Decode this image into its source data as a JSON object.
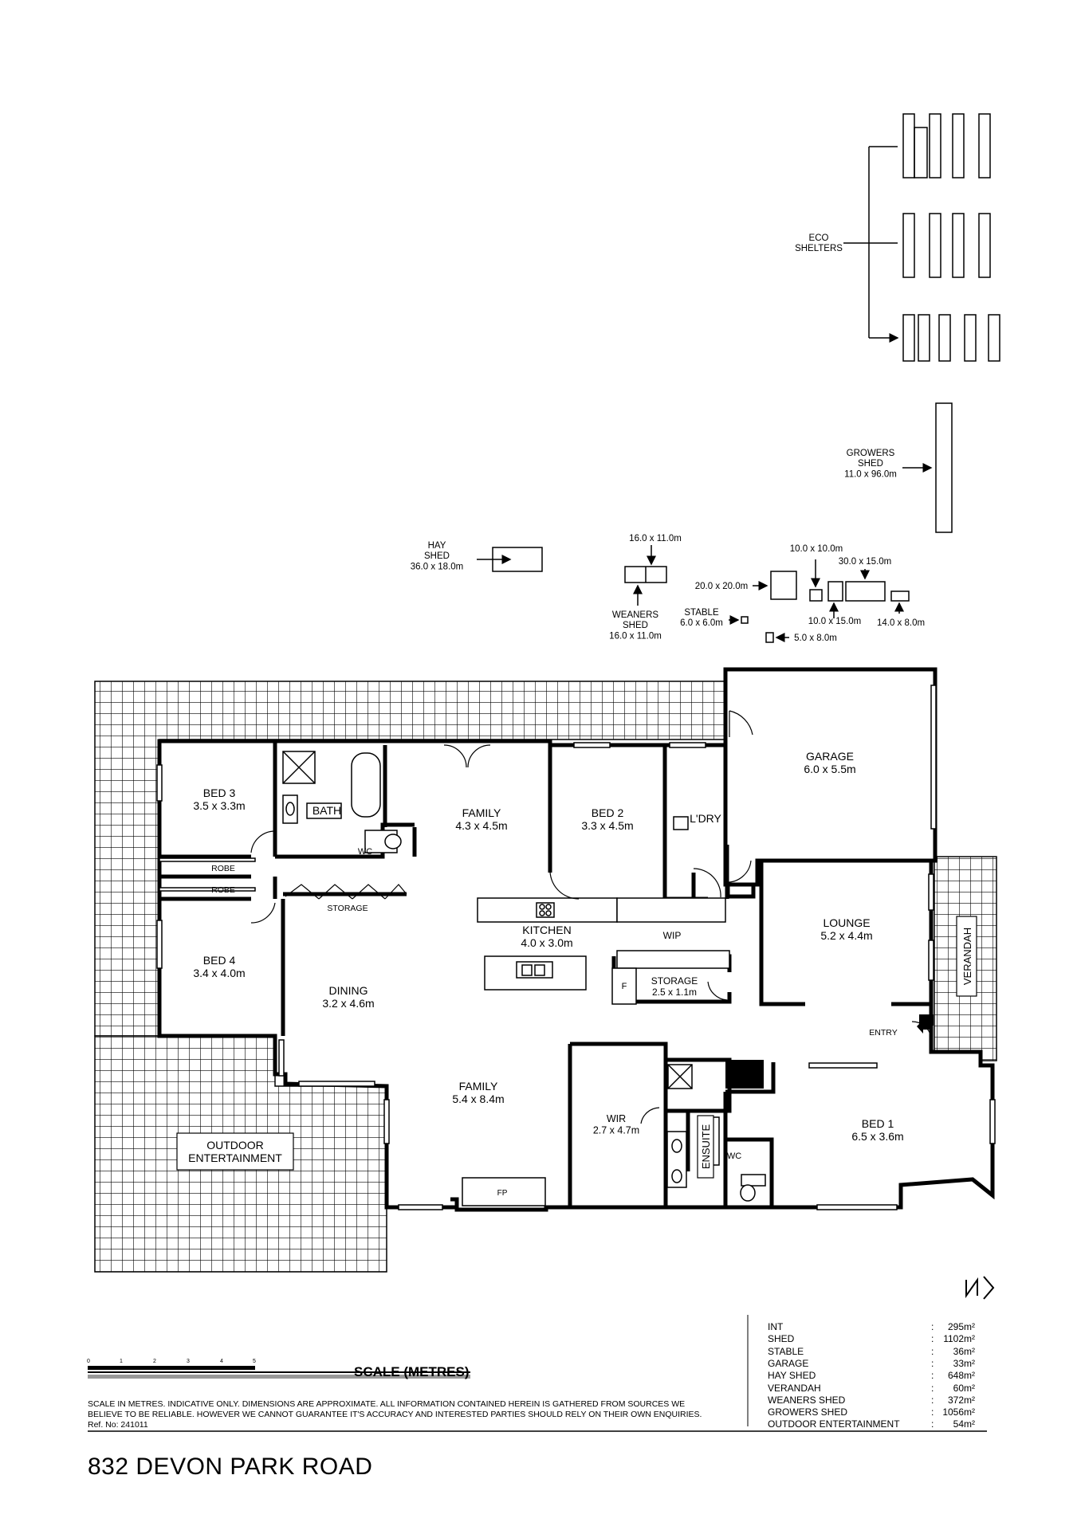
{
  "outbuildings": {
    "eco_shelters": "ECO\nSHELTERS",
    "growers_shed": "GROWERS\nSHED\n11.0 x 96.0m",
    "hay_shed": "HAY\nSHED\n36.0 x 18.0m",
    "weaners_top": "16.0 x 11.0m",
    "weaners_shed": "WEANERS\nSHED\n16.0 x 11.0m",
    "stable": "STABLE\n6.0 x 6.0m",
    "shed_20": "20.0 x 20.0m",
    "shed_10x10": "10.0 x 10.0m",
    "shed_30x15": "30.0 x 15.0m",
    "shed_10x15": "10.0 x 15.0m",
    "shed_14x8": "14.0 x 8.0m",
    "shed_5x8": "5.0 x 8.0m"
  },
  "rooms": {
    "bed3": "BED 3\n3.5 x 3.3m",
    "bath": "BATH",
    "wc1": "WC",
    "family_top": "FAMILY\n4.3 x 4.5m",
    "bed2": "BED 2\n3.3 x 4.5m",
    "laundry": "L'DRY",
    "garage": "GARAGE\n6.0 x 5.5m",
    "robe1": "ROBE",
    "robe2": "ROBE",
    "storage_top": "STORAGE",
    "kitchen": "KITCHEN\n4.0 x 3.0m",
    "wip": "WIP",
    "lounge": "LOUNGE\n5.2 x 4.4m",
    "verandah": "VERANDAH",
    "bed4": "BED 4\n3.4 x 4.0m",
    "dining": "DINING\n3.2 x 4.6m",
    "f": "F",
    "storage2": "STORAGE\n2.5 x 1.1m",
    "entry": "ENTRY",
    "family_main": "FAMILY\n5.4 x 8.4m",
    "wir": "WIR\n2.7 x 4.7m",
    "ensuite": "ENSUITE",
    "wc2": "WC",
    "bed1": "BED 1\n6.5 x 3.6m",
    "outdoor": "OUTDOOR\nENTERTAINMENT",
    "fp": "FP"
  },
  "scale": {
    "ticks": [
      "0",
      "1",
      "2",
      "3",
      "4",
      "5"
    ],
    "title": "SCALE (METRES)"
  },
  "areas": [
    {
      "name": "INT",
      "value": "295m²"
    },
    {
      "name": "SHED",
      "value": "1102m²"
    },
    {
      "name": "STABLE",
      "value": "36m²"
    },
    {
      "name": "GARAGE",
      "value": "33m²"
    },
    {
      "name": "HAY SHED",
      "value": "648m²"
    },
    {
      "name": "VERANDAH",
      "value": "60m²"
    },
    {
      "name": "WEANERS SHED",
      "value": "372m²"
    },
    {
      "name": "GROWERS SHED",
      "value": "1056m²"
    },
    {
      "name": "OUTDOOR ENTERTAINMENT",
      "value": "54m²"
    }
  ],
  "area_separator": ":",
  "disclaimer": {
    "line1": "SCALE IN METRES. INDICATIVE ONLY. DIMENSIONS ARE APPROXIMATE. ALL INFORMATION CONTAINED HEREIN IS GATHERED FROM SOURCES WE",
    "line2": "BELIEVE TO BE RELIABLE. HOWEVER WE CANNOT GUARANTEE IT'S ACCURACY AND INTERESTED PARTIES SHOULD RELY ON THEIR OWN ENQUIRIES.",
    "ref": "Ref. No: 241011"
  },
  "address": "832 DEVON PARK ROAD",
  "compass": "N"
}
